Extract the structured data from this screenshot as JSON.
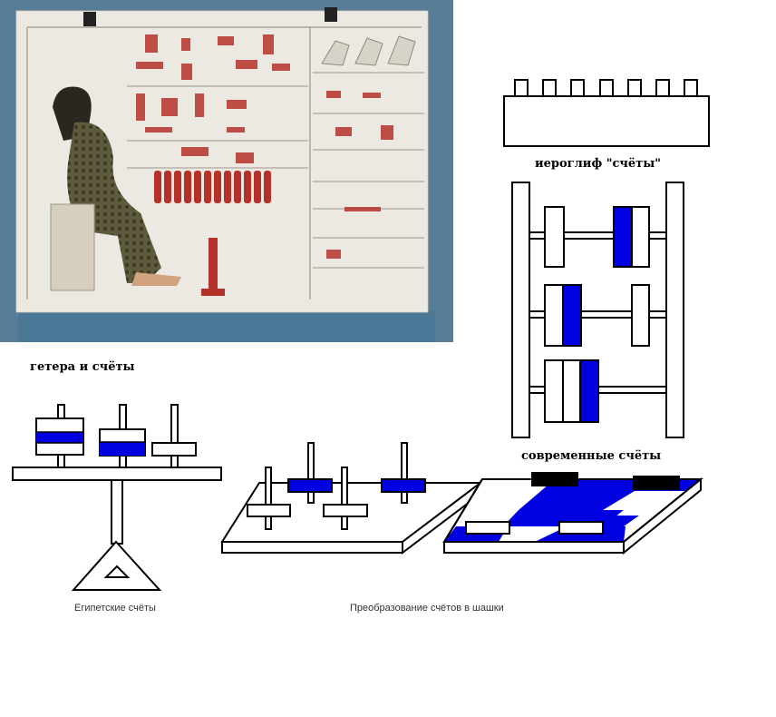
{
  "captions": {
    "hieroglyph": "иероглиф \"счёты\"",
    "hetaira": "гетера и счёты",
    "modern": "современные счёты",
    "egyptian": "Египетские счёты",
    "transformation": "Преобразование счётов в шашки"
  },
  "colors": {
    "bead_blue": "#0000e0",
    "stroke": "#000000",
    "fill": "#ffffff",
    "relief_stone": "#e6e3dc",
    "relief_red": "#b5322a"
  }
}
